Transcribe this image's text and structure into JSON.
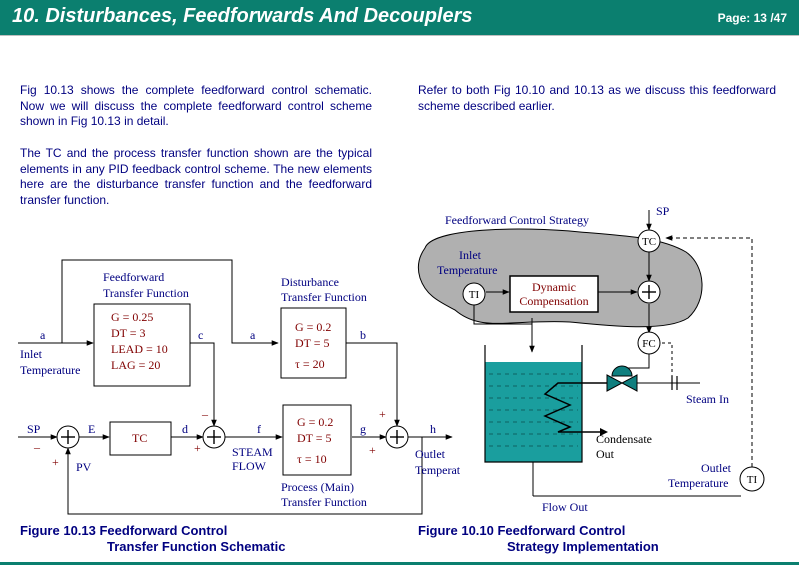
{
  "header": {
    "title": "10. Disturbances, Feedforwards And Decouplers",
    "page": "Page:  13 /47"
  },
  "colors": {
    "header_bg": "#0b7f6f",
    "text_navy": "#000080",
    "diagram_red": "#800000",
    "tank_liquid": "#1a9e9e",
    "cloud": "#b0b0b0",
    "valve": "#0f7f7f"
  },
  "paragraphs": [
    "Fig 10.13 shows the complete feedforward control schematic. Now we will discuss the complete feedforward control scheme shown in Fig 10.13 in detail.",
    "The TC and the process transfer function shown are the typical elements in any PID feedback control scheme. The new elements here are the disturbance transfer function and the feedforward transfer function.",
    "Refer to both Fig 10.10 and 10.13 as we discuss this feedforward scheme described earlier."
  ],
  "fig1013": {
    "ff_title": [
      "Feedforward",
      "Transfer Function"
    ],
    "ff_params": [
      "G = 0.25",
      "DT = 3",
      "LEAD = 10",
      "LAG = 20"
    ],
    "dist_title": [
      "Disturbance",
      "Transfer Function"
    ],
    "dist_params": [
      "G = 0.2",
      "DT = 5",
      "τ = 20"
    ],
    "proc_params": [
      "G = 0.2",
      "DT = 5",
      "τ = 10"
    ],
    "proc_title": [
      "Process (Main)",
      "Transfer Function"
    ],
    "tc": "TC",
    "sig": {
      "a1": "a",
      "a2": "a",
      "b": "b",
      "c": "c",
      "d": "d",
      "E": "E",
      "f": "f",
      "g": "g",
      "h": "h"
    },
    "sp": "SP",
    "pv": "PV",
    "inlet": [
      "Inlet",
      "Temperature"
    ],
    "steam": [
      "STEAM",
      "FLOW"
    ],
    "outlet": [
      "Outlet",
      "Temperature"
    ],
    "plus": "+",
    "minus": "–",
    "caption": [
      "Figure 10.13 Feedforward Control",
      "Transfer Function Schematic"
    ]
  },
  "fig1010": {
    "strategy": "Feedforward Control Strategy",
    "sp": "SP",
    "tc": "TC",
    "ti": "TI",
    "fc": "FC",
    "inlet": [
      "Inlet",
      "Temperature"
    ],
    "dyn": [
      "Dynamic",
      "Compensation"
    ],
    "steam_in": "Steam In",
    "condensate": [
      "Condensate",
      "Out"
    ],
    "outlet": [
      "Outlet",
      "Temperature"
    ],
    "flow_out": "Flow Out",
    "caption": [
      "Figure 10.10 Feedforward Control",
      "Strategy Implementation"
    ]
  }
}
